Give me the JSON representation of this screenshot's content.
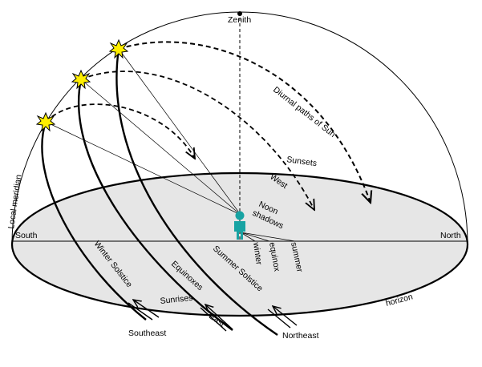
{
  "labels": {
    "zenith": "Zenith",
    "diurnal_paths": "Diurnal paths of Sun",
    "sunsets": "Sunsets",
    "west": "West",
    "noon_shadows_line1": "Noon",
    "noon_shadows_line2": "shadows",
    "local_meridian": "Local meridian",
    "south": "South",
    "north": "North",
    "winter": "winter",
    "equinox": "equinox",
    "summer": "summer",
    "winter_solstice": "Winter Solstice",
    "equinoxes": "Equinoxes",
    "summer_solstice": "Summer Solstice",
    "sunrises": "Sunrises",
    "east": "East",
    "horizon": "horizon",
    "southeast": "Southeast",
    "northeast": "Northeast"
  },
  "colors": {
    "horizon_fill": "#e6e6e6",
    "sun_fill": "#ffee00",
    "observer": "#17a3a3",
    "line": "#000000"
  },
  "icons": {
    "sun": "sun-burst-icon",
    "observer": "person-icon"
  }
}
